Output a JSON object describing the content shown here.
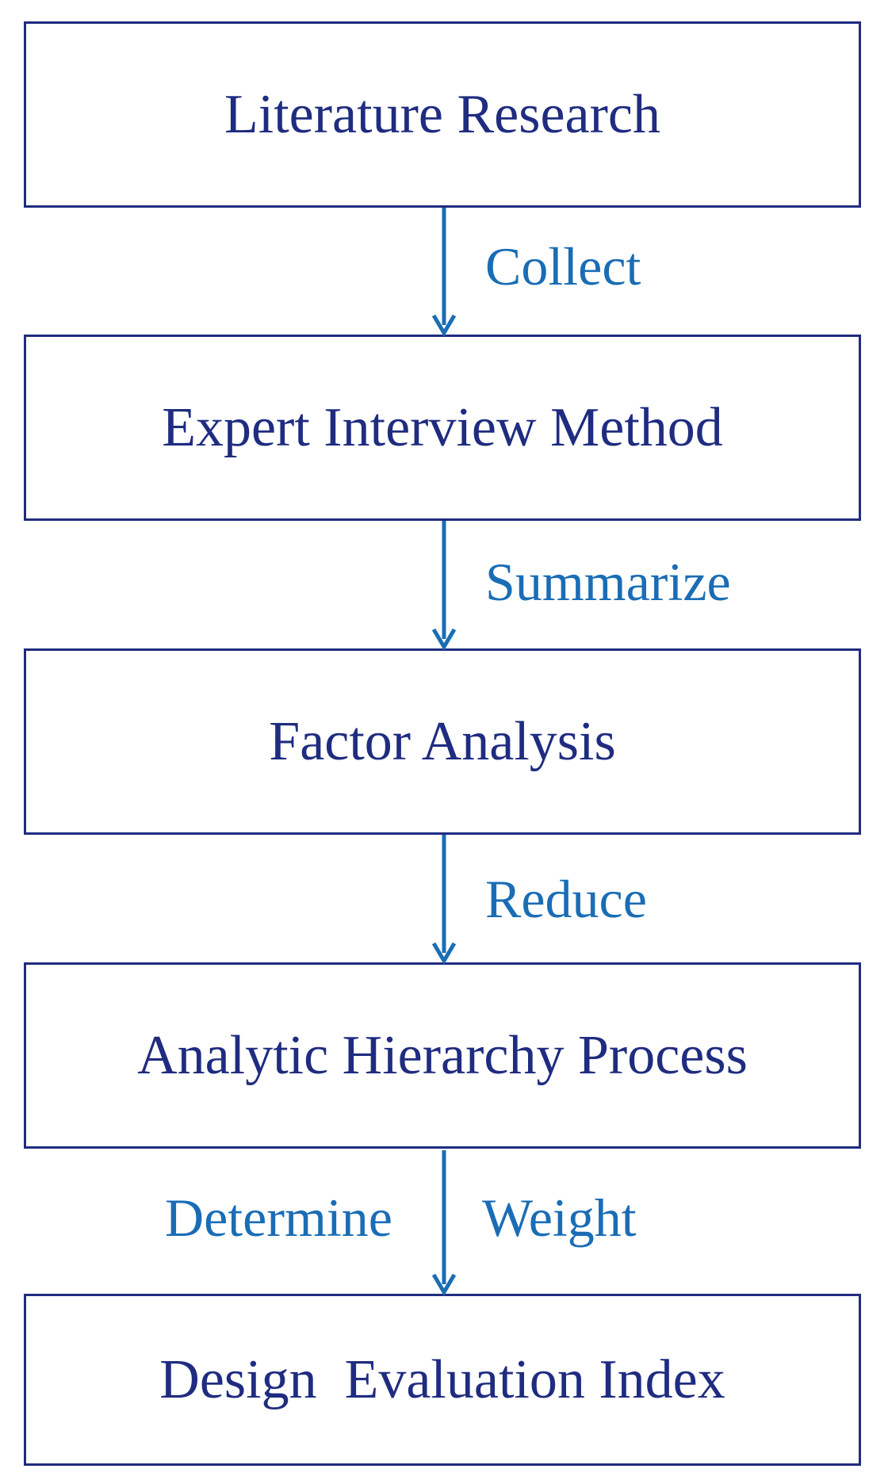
{
  "steps": [
    {
      "label": "Literature Research"
    },
    {
      "label": "Expert Interview Method"
    },
    {
      "label": "Factor Analysis"
    },
    {
      "label": "Analytic Hierarchy Process"
    },
    {
      "label": "Design  Evaluation Index"
    }
  ],
  "connectors": [
    {
      "label": "Collect"
    },
    {
      "label": "Summarize"
    },
    {
      "label": "Reduce"
    },
    {
      "label_left": "Determine",
      "label_right": "Weight"
    }
  ],
  "colors": {
    "box_border": "#1f2c80",
    "box_text": "#1f2c80",
    "arrow": "#1a6db5",
    "connector_text": "#1a6db5"
  }
}
